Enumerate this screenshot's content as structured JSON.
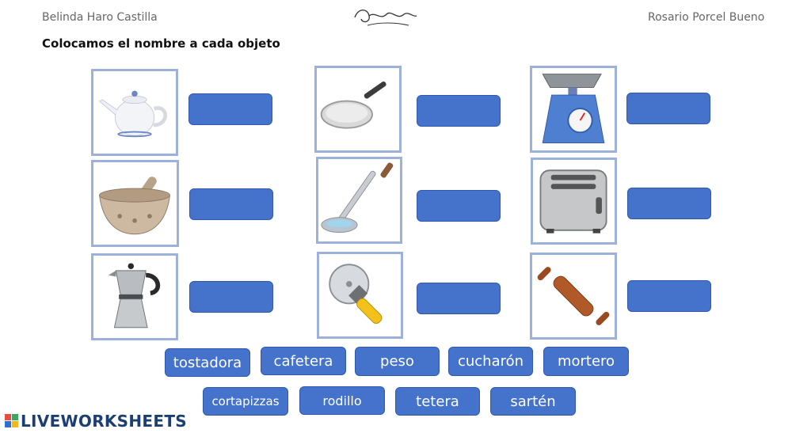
{
  "header": {
    "left_name": "Belinda Haro Castilla",
    "right_name": "Rosario Porcel Bueno",
    "logo_icon": "signature-logo"
  },
  "instruction": "Colocamos el nombre a cada objeto",
  "images": [
    {
      "icon": "teapot-icon"
    },
    {
      "icon": "frying-pan-icon"
    },
    {
      "icon": "kitchen-scale-icon"
    },
    {
      "icon": "mortar-pestle-icon"
    },
    {
      "icon": "ladle-icon"
    },
    {
      "icon": "toaster-icon"
    },
    {
      "icon": "coffee-maker-icon"
    },
    {
      "icon": "pizza-cutter-icon"
    },
    {
      "icon": "rolling-pin-icon"
    }
  ],
  "word_bank": [
    "tostadora",
    "cafetera",
    "peso",
    "cucharón",
    "mortero",
    "cortapizzas",
    "rodillo",
    "tetera",
    "sartén"
  ],
  "brand": {
    "text": "LIVEWORKSHEETS"
  },
  "colors": {
    "slot": "#4573cb",
    "frame": "#9cb2dc",
    "brand": "#1c3f73"
  }
}
